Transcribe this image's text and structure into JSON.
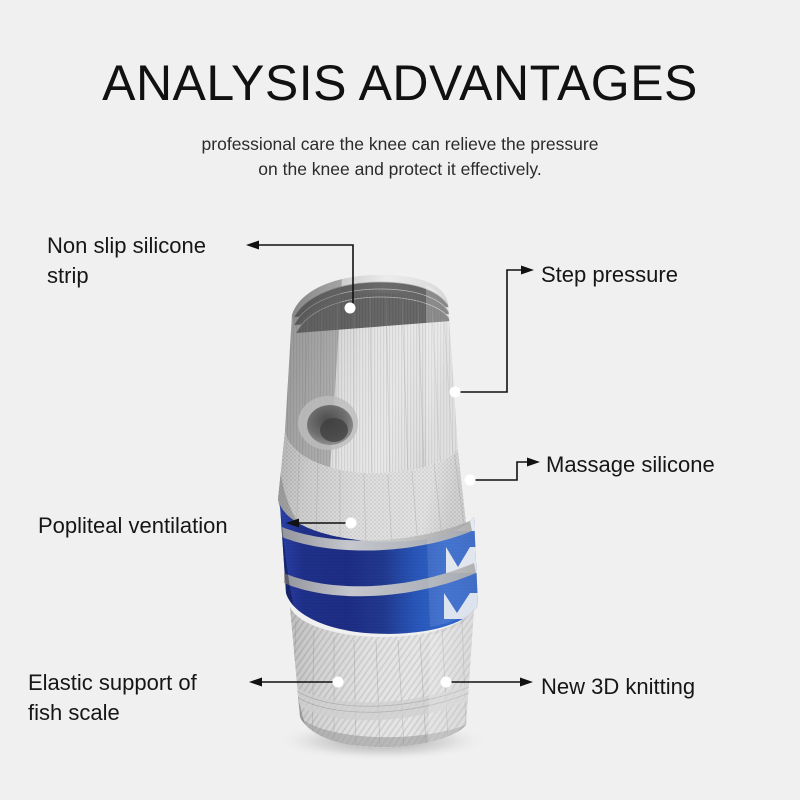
{
  "header": {
    "title": "ANALYSIS ADVANTAGES",
    "subtitle_line1": "professional care the knee can relieve the pressure",
    "subtitle_line2": "on the knee and protect it effectively."
  },
  "product": {
    "name": "knee-compression-sleeve",
    "colors": {
      "background": "#f0f0f0",
      "knit_light": "#e8e8e8",
      "knit_mid": "#c9c9c9",
      "knit_dark": "#8e8e8e",
      "knit_shadow": "#5e5e5e",
      "blue_deep": "#1a1f6e",
      "blue_bright": "#2a5fc8",
      "blue_light": "#4a86e8",
      "strap_gray": "#b6b6b6",
      "white_cut": "#f4f4f4"
    }
  },
  "callouts": [
    {
      "id": "nonslip",
      "label": "Non slip silicone\nstrip",
      "side": "left",
      "arrow": "arrow-left",
      "connector": "elbow"
    },
    {
      "id": "step",
      "label": "Step pressure",
      "side": "right",
      "arrow": "arrow-right",
      "connector": "elbow"
    },
    {
      "id": "massage",
      "label": "Massage silicone",
      "side": "right",
      "arrow": "arrow-right",
      "connector": "elbow"
    },
    {
      "id": "popliteal",
      "label": "Popliteal ventilation",
      "side": "left",
      "arrow": "arrow-left",
      "connector": "straight"
    },
    {
      "id": "elastic",
      "label": "Elastic support of\nfish scale",
      "side": "left",
      "arrow": "arrow-left",
      "connector": "straight"
    },
    {
      "id": "knitting",
      "label": "New 3D knitting",
      "side": "right",
      "arrow": "arrow-right",
      "connector": "straight"
    }
  ]
}
